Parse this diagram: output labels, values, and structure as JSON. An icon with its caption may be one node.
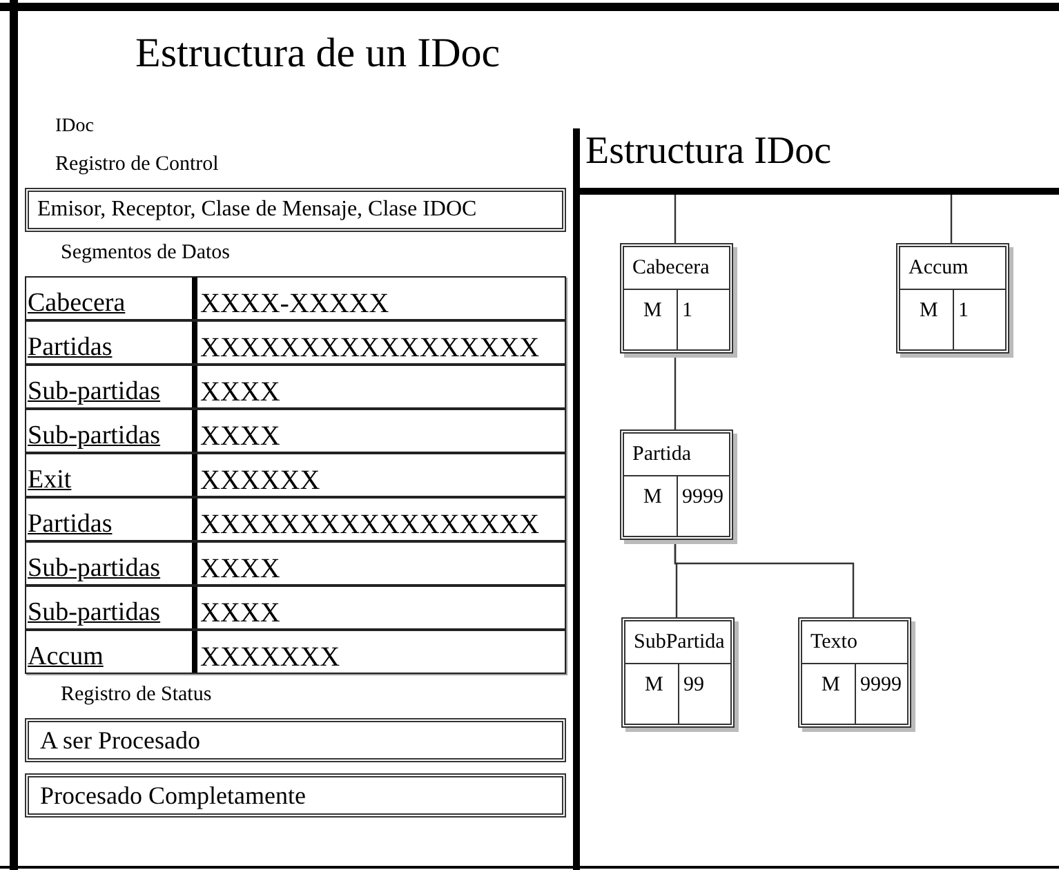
{
  "diagram": {
    "title": "Estructura de un IDoc",
    "nodes": [
      {
        "text": [
          "Emisor, Receptor, Clase de Mensaje, Clase IDOC"
        ]
      },
      {
        "text": [
          "Cabecera",
          "XXXX-XXXXX"
        ]
      },
      {
        "text": [
          "Partidas",
          "XXXXXXXXXXXXXXXXX"
        ]
      },
      {
        "text": [
          "Sub-partidas",
          "XXXX"
        ]
      },
      {
        "text": [
          "Sub-partidas",
          "XXXX"
        ]
      },
      {
        "text": [
          "Exit",
          "XXXXXX"
        ]
      },
      {
        "text": [
          "Partidas",
          "XXXXXXXXXXXXXXXXX"
        ]
      },
      {
        "text": [
          "Sub-partidas",
          "XXXX"
        ]
      },
      {
        "text": [
          "Sub-partidas",
          "XXXX"
        ]
      },
      {
        "text": [
          "Accum",
          "XXXXXXX"
        ]
      },
      {
        "text": [
          "A ser Procesado"
        ]
      },
      {
        "text": [
          "Procesado Completamente"
        ]
      },
      {
        "text": [
          "Estructura IDoc"
        ]
      },
      {
        "text": [
          "Cabecera",
          "M",
          "1"
        ],
        "in": 12
      },
      {
        "text": [
          "Accum",
          "M",
          "1"
        ],
        "in": 12
      },
      {
        "text": [
          "Partida",
          "M",
          "9999"
        ],
        "in": 12
      },
      {
        "text": [
          "SubPartida",
          "M",
          "99"
        ],
        "in": 12
      },
      {
        "text": [
          "Texto",
          "M",
          "9999"
        ],
        "in": 12
      }
    ],
    "edges": [
      {
        "from": 12,
        "to": 13,
        "arrow": "none"
      },
      {
        "from": 12,
        "to": 14,
        "arrow": "none"
      },
      {
        "from": 13,
        "to": 15,
        "arrow": "none"
      },
      {
        "from": 15,
        "to": 16,
        "arrow": "none"
      },
      {
        "from": 15,
        "to": 17,
        "arrow": "none"
      }
    ],
    "labels": [
      "IDoc",
      "Registro de Control",
      "Segmentos de Datos",
      "Registro de Status"
    ]
  }
}
